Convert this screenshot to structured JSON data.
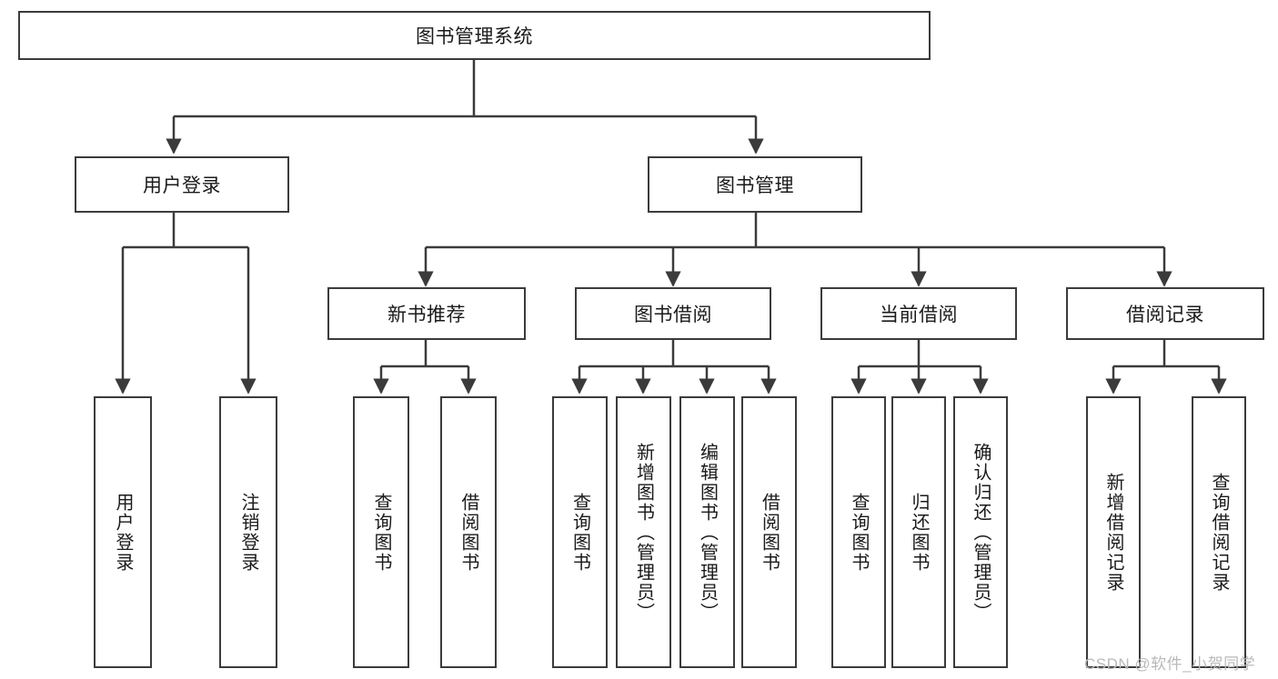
{
  "diagram": {
    "type": "tree-hierarchy",
    "title": "图书管理系统",
    "background_color": "#ffffff",
    "box_border_color": "#3b3b3b",
    "connector_color": "#3b3b3b",
    "watermark": "CSDN @软件_小贺同学",
    "watermark_color": "#b9b9b9"
  },
  "nodes": {
    "root": {
      "label": "图书管理系统",
      "level": 0
    },
    "level1": [
      {
        "id": "user-login",
        "label": "用户登录"
      },
      {
        "id": "book-manage",
        "label": "图书管理"
      }
    ],
    "level2": [
      {
        "id": "new-book-recommend",
        "label": "新书推荐",
        "parent": "book-manage"
      },
      {
        "id": "book-borrow",
        "label": "图书借阅",
        "parent": "book-manage"
      },
      {
        "id": "current-borrow",
        "label": "当前借阅",
        "parent": "book-manage"
      },
      {
        "id": "borrow-record",
        "label": "借阅记录",
        "parent": "book-manage"
      }
    ],
    "leaves": {
      "user_login": [
        {
          "id": "leaf-user-login",
          "label": "用户登录"
        },
        {
          "id": "leaf-user-logout",
          "label": "注销登录"
        }
      ],
      "new_book_recommend": [
        {
          "id": "leaf-query-book-1",
          "label": "查询图书"
        },
        {
          "id": "leaf-borrow-book-1",
          "label": "借阅图书"
        }
      ],
      "book_borrow": [
        {
          "id": "leaf-query-book-2",
          "label": "查询图书"
        },
        {
          "id": "leaf-add-book",
          "label": "新增图书（管理员）"
        },
        {
          "id": "leaf-edit-book",
          "label": "编辑图书（管理员）"
        },
        {
          "id": "leaf-borrow-book-2",
          "label": "借阅图书"
        }
      ],
      "current_borrow": [
        {
          "id": "leaf-query-book-3",
          "label": "查询图书"
        },
        {
          "id": "leaf-return-book",
          "label": "归还图书"
        },
        {
          "id": "leaf-confirm-return",
          "label": "确认归还（管理员）"
        }
      ],
      "borrow_record": [
        {
          "id": "leaf-add-record",
          "label": "新增借阅记录"
        },
        {
          "id": "leaf-query-record",
          "label": "查询借阅记录"
        }
      ]
    }
  }
}
